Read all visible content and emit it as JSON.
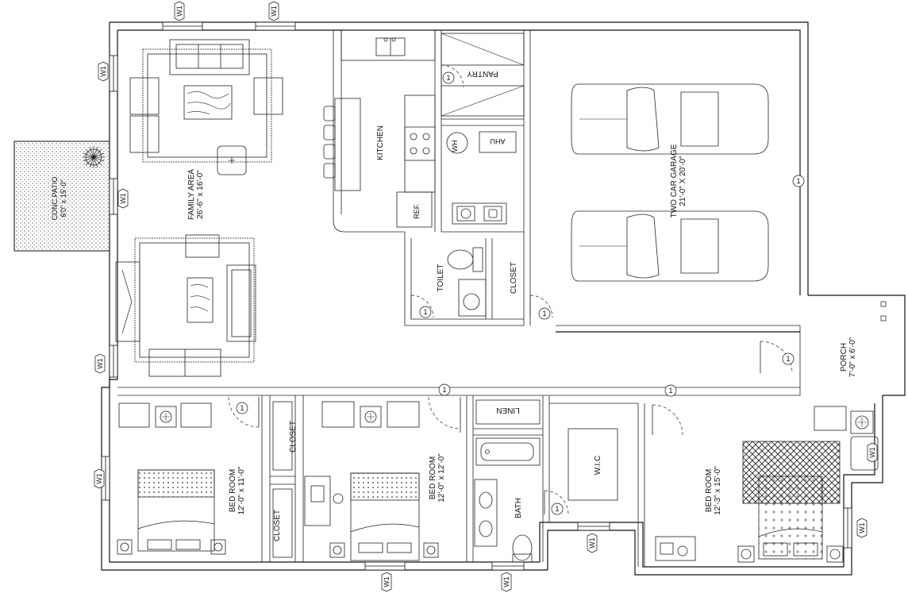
{
  "rooms": {
    "family_area": {
      "name": "FAMILY AREA",
      "size": "26'-6\" x 16'-0\""
    },
    "kitchen": {
      "name": "KITCHEN"
    },
    "pantry": {
      "name": "PANTRY"
    },
    "ahu": {
      "name": "AHU"
    },
    "wh": {
      "name": "WH"
    },
    "ref": {
      "name": "REF."
    },
    "toilet": {
      "name": "TOILET"
    },
    "closet_1": {
      "name": "CLOSET"
    },
    "garage": {
      "name": "TWO CAR GARAGE",
      "size": "21'-0\" X 20'-0\""
    },
    "porch": {
      "name": "PORCH",
      "size": "7'-0\" x 6'-0\""
    },
    "patio": {
      "name": "CONC.PATIO",
      "size": "6'0\" x 15'-0\""
    },
    "bedroom_1": {
      "name": "BED ROOM",
      "size": "12'-0\" x 11'-0\""
    },
    "closet_2": {
      "name": "CLOSET"
    },
    "closet_3": {
      "name": "CLOSET"
    },
    "bedroom_2": {
      "name": "BED ROOM",
      "size": "12'-0\" x 12'-0\""
    },
    "linen": {
      "name": "LINEN"
    },
    "bath": {
      "name": "BATH"
    },
    "wic": {
      "name": "W.I.C"
    },
    "bedroom_3": {
      "name": "BED ROOM",
      "size": "12'-3\" x 15'-0\""
    }
  },
  "tags": {
    "window": "W1",
    "door": "1"
  }
}
